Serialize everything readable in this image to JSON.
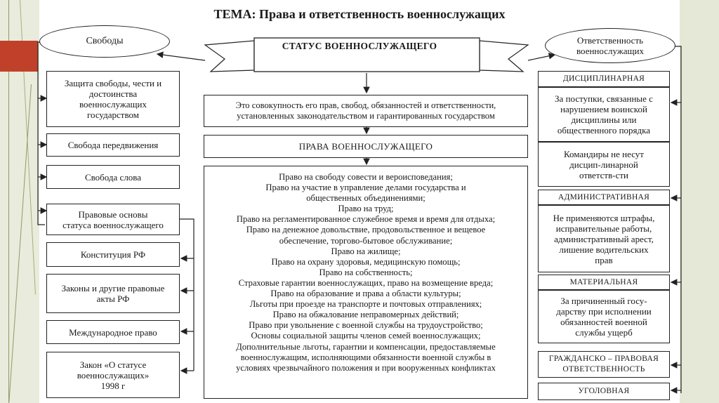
{
  "title": "ТЕМА:   Права и ответственность военнослужащих",
  "status_banner": "СТАТУС ВОЕННОСЛУЖАЩЕГО",
  "left": {
    "header": "Свободы",
    "items": [
      "Защита свободы, чести и\nдостоинства\nвоеннослужащих\nгосударством",
      "Свобода передвижения",
      "Свобода слова"
    ],
    "legal_header": "Правовые  основы\nстатуса военнослужащего",
    "legal_items": [
      "Конституция РФ",
      "Законы и другие правовые\nакты РФ",
      "Международное право",
      "Закон «О статусе\nвоеннослужащих»\n1998 г"
    ]
  },
  "center": {
    "definition": "Это совокупность его прав, свобод, обязанностей и ответственности,\nустановленных законодательством и гарантированных государством",
    "rights_header": "ПРАВА ВОЕННОСЛУЖАЩЕГО",
    "rights": [
      "Право на свободу совести и вероисповедания;",
      "Право на участие в управление делами государства и",
      "общественных объединениями;",
      "Право на труд;",
      "Право на регламентированное служебное время и время для отдыха;",
      "Право на денежное довольствие, продовольственное и вещевое",
      "обеспечение, торгово-бытовое обслуживание;",
      "Право на жилище;",
      "Право на охрану здоровья, медицинскую помощь;",
      "Право на собственность;",
      "Страховые гарантии военнослужащих, право на возмещение вреда;",
      "Право на образование и права а области культуры;",
      "Льготы при проезде на транспорте и почтовых отправлениях;",
      "Право на обжалование неправомерных действий;",
      "Право при увольнение с военной службы на трудоустройство;",
      "Основы социальной защиты членов семей военнослужащих;",
      "Дополнительные льготы, гарантии и компенсации, предоставляемые",
      "военнослужащим, исполняющими обязанности военной службы в",
      "условиях чрезвычайного положения и при вооруженных конфликтах"
    ]
  },
  "right": {
    "header": "Ответственность\nвоеннослужащих",
    "disciplinary_title": "ДИСЦИПЛИНАРНАЯ",
    "disciplinary_text": "За поступки, связанные с\nнарушением воинской\nдисциплины или\nобщественного порядка",
    "disciplinary_note": "Командиры не несут\nдисцип-линарной\nответств-сти",
    "administrative_title": "АДМИНИСТРАТИВНАЯ",
    "administrative_text": "Не применяются штрафы,\nисправительные работы,\nадминистративный арест,\nлишение водительских\nправ",
    "material_title": "МАТЕРИАЛЬНАЯ",
    "material_text": "За причиненный госу-\nдарству при исполнении\nобязанностей военной\nслужбы ущерб",
    "civil_title": "ГРАЖДАНСКО – ПРАВОВАЯ\nОТВЕТСТВЕННОСТЬ",
    "criminal_title": "УГОЛОВНАЯ"
  },
  "colors": {
    "accent_tab": "#c0402a",
    "panel_bg": "#ffffff",
    "slide_bg": "#f3f4ea",
    "line": "#222222"
  }
}
